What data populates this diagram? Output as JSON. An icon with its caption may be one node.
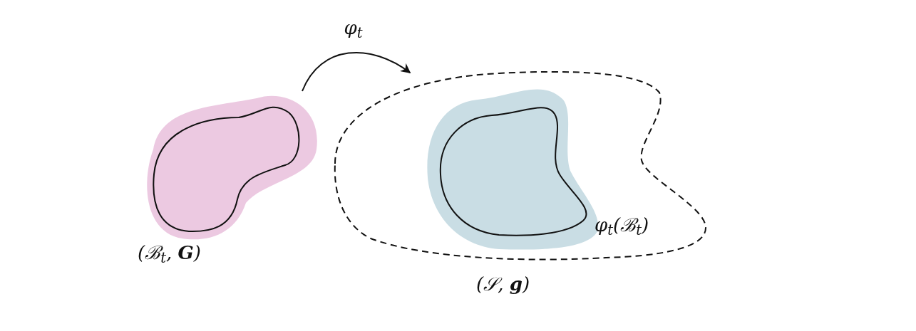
{
  "diagram": {
    "nodes": [
      {
        "text": [],
        "shape": "blob",
        "beside": [
          "(ℬ$_{t}$, **G**)"
        ]
      },
      {
        "text": [],
        "shape": "region",
        "beside": [
          "(𝒮, **g**)"
        ]
      },
      {
        "text": [],
        "shape": "blob",
        "in": 1,
        "beside": [
          "φ$_{t}$(ℬ$_{t}$)"
        ]
      }
    ],
    "edges": [
      {
        "from": 0,
        "to": 1,
        "arrow": "to",
        "label": "φ$_{t}$"
      }
    ]
  }
}
